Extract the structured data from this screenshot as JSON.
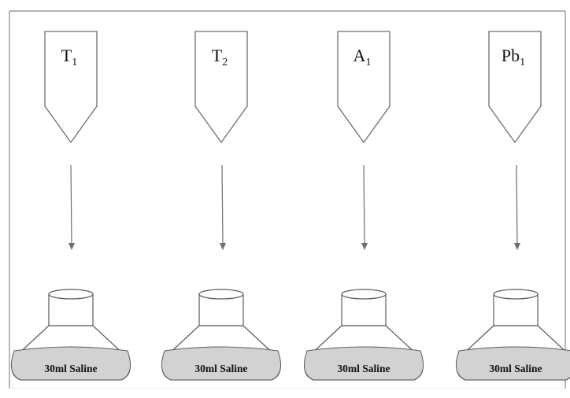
{
  "columns": [
    {
      "label_main": "T",
      "label_sub": "1",
      "flask_label": "30ml Saline"
    },
    {
      "label_main": "T",
      "label_sub": "2",
      "flask_label": "30ml Saline"
    },
    {
      "label_main": "A",
      "label_sub": "1",
      "flask_label": "30ml Saline"
    },
    {
      "label_main": "Pb",
      "label_sub": "1",
      "flask_label": "30ml Saline"
    }
  ],
  "colors": {
    "border": "#9a9a9a",
    "pointer_stroke": "#6e6e6e",
    "arrow": "#6e6e6e",
    "flask_fill": "#d2d2d2",
    "flask_stroke": "#5a5a5a"
  }
}
